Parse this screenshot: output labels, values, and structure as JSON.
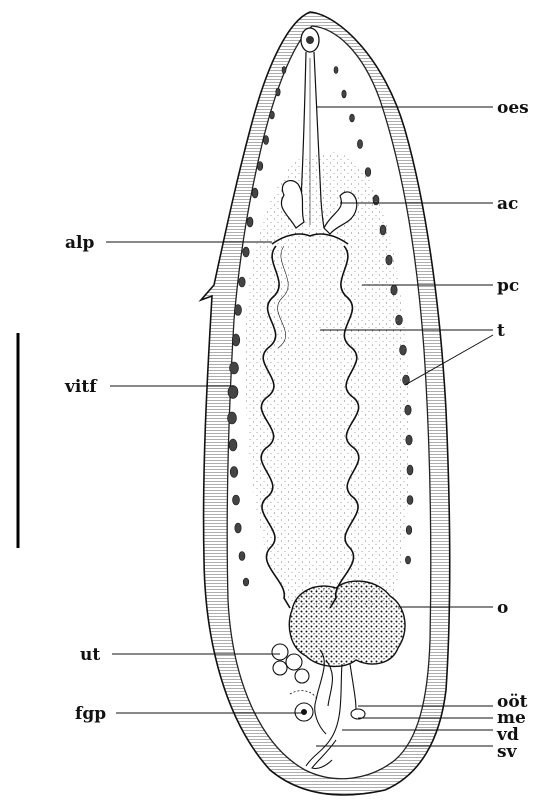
{
  "figure": {
    "labels": {
      "oes": "oes",
      "ac": "ac",
      "alp": "alp",
      "pc": "pc",
      "t": "t",
      "vitf": "vitf",
      "o": "o",
      "ut": "ut",
      "fgp": "fgp",
      "oot": "oöt",
      "me": "me",
      "vd": "vd",
      "sv": "sv"
    }
  }
}
